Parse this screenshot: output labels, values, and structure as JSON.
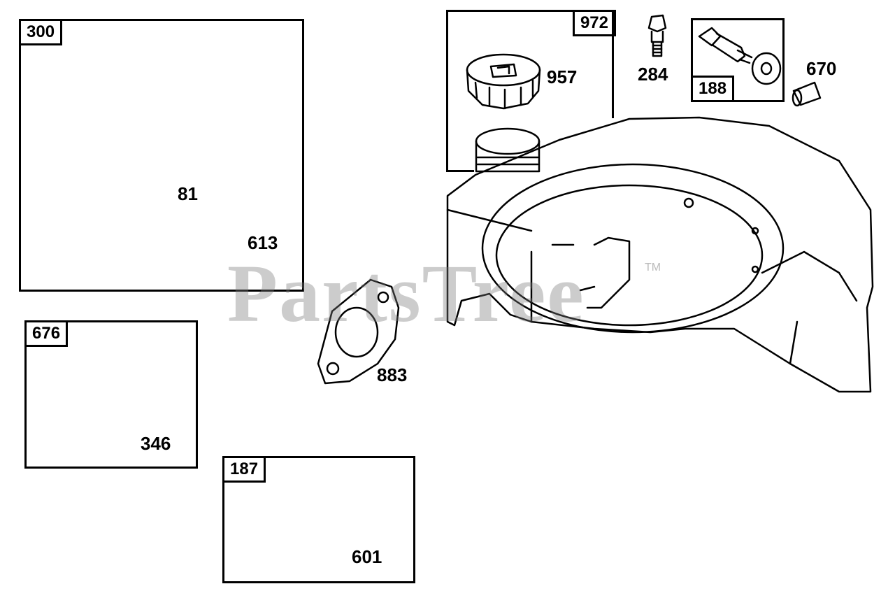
{
  "watermark": {
    "text": "PartsTree",
    "trademark": "TM"
  },
  "boxes": {
    "b300": "300",
    "b676": "676",
    "b187": "187",
    "b972": "972",
    "b188": "188"
  },
  "labels": {
    "l81": "81",
    "l613": "613",
    "l346": "346",
    "l601": "601",
    "l883": "883",
    "l957": "957",
    "l284": "284",
    "l670": "670"
  }
}
